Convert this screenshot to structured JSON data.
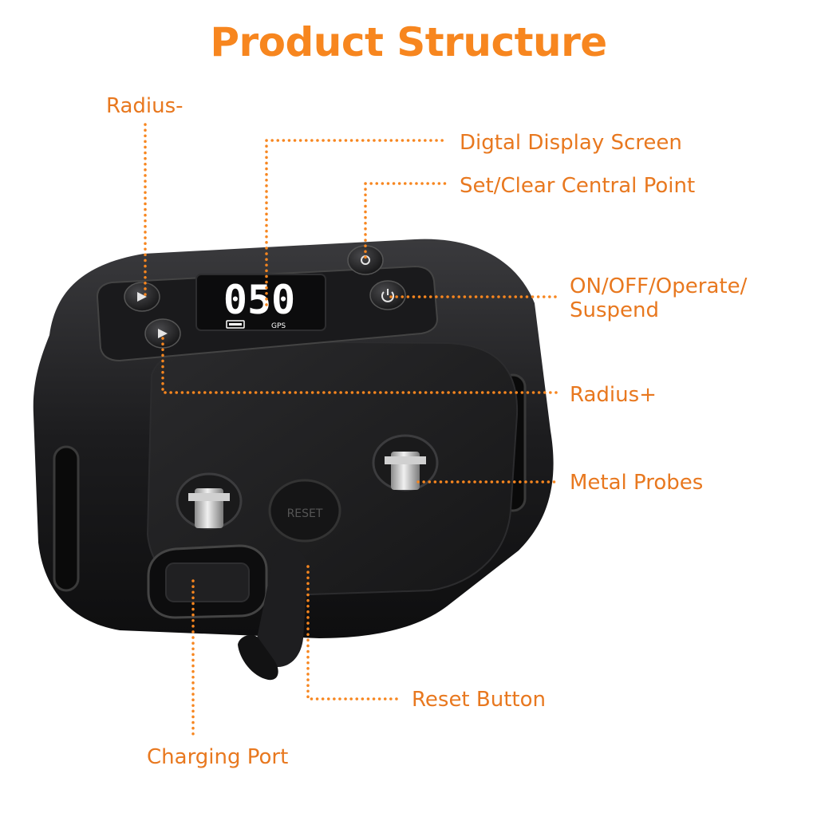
{
  "title": "Product Structure",
  "colors": {
    "accent": "#f7861f",
    "device": "#1b1b1d",
    "screen_digits": "#ffffff"
  },
  "display": {
    "digits": "050",
    "gps": "GPS"
  },
  "reset_label": "RESET",
  "callouts": {
    "radius_minus": "Radius-",
    "digital_display": "Digtal Display Screen",
    "set_clear": "Set/Clear Central Point",
    "on_off": "ON/OFF/Operate/\nSuspend",
    "radius_plus": "Radius+",
    "metal_probes": "Metal Probes",
    "reset_button": "Reset Button",
    "charging_port": "Charging Port"
  }
}
